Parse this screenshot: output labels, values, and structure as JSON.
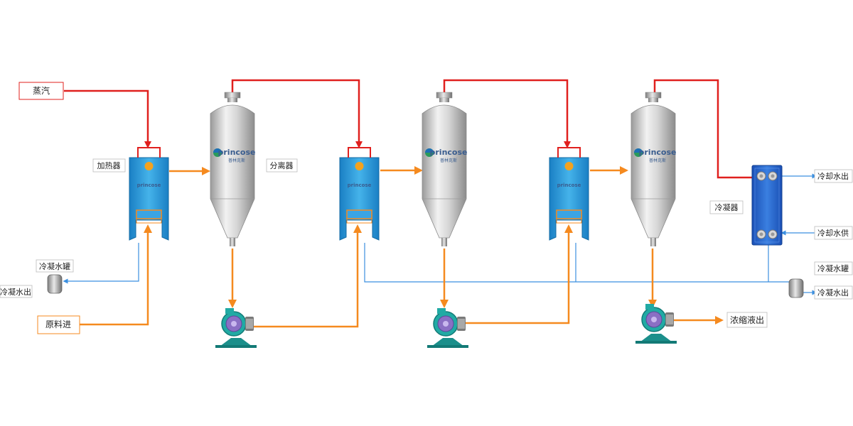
{
  "labels": {
    "steam": "蒸汽",
    "heater": "加热器",
    "separator": "分离器",
    "condenser": "冷凝器",
    "condensate_tank_left": "冷凝水罐",
    "condensate_out_left": "冷凝水出",
    "feed_in": "原料进",
    "cooling_water_out": "冷却水出",
    "cooling_water_supply": "冷却水供",
    "condensate_tank_right": "冷凝水罐",
    "condensate_out_right": "冷凝水出",
    "concentrate_out": "浓缩液出"
  },
  "brand": {
    "name": "princose",
    "subtitle": "普林克斯"
  },
  "colors": {
    "steam_line": "#e0201e",
    "process_line": "#f58a1f",
    "water_line": "#3b8fe0",
    "heater_body": "#1f8fd6",
    "condenser_body": "#1f5fc8",
    "pump_body": "#1ea6a0"
  }
}
